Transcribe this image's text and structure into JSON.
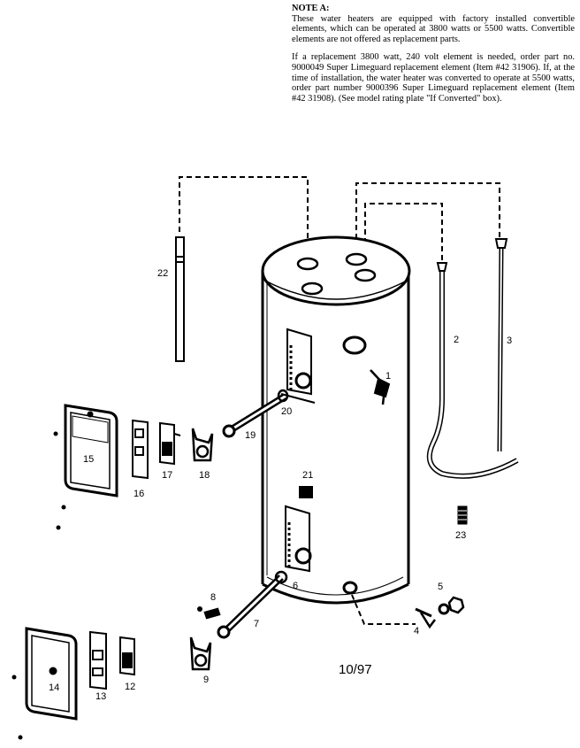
{
  "note": {
    "title": "NOTE A:",
    "paragraph_1": "These water heaters are equipped with factory installed convertible elements, which can be operated at 3800 watts or 5500 watts. Convertible elements are not offered as replacement parts.",
    "paragraph_2": "If a replacement 3800 watt, 240 volt element is needed, order part no. 9000049 Super Limeguard replacement element (Item #42 31906). If, at the time of installation, the water heater was converted to operate at 5500 watts, order part number 9000396 Super Limeguard replacement element (Item #42 31908). (See model rating plate \"If Converted\" box)."
  },
  "callouts": {
    "p1": "1",
    "p2": "2",
    "p3": "3",
    "p4": "4",
    "p5": "5",
    "p6": "6",
    "p7": "7",
    "p8": "8",
    "p9": "9",
    "p12": "12",
    "p13": "13",
    "p14": "14",
    "p15": "15",
    "p16": "16",
    "p17": "17",
    "p18": "18",
    "p19": "19",
    "p20": "20",
    "p21": "21",
    "p22": "22",
    "p23": "23"
  },
  "date_code": "10/97"
}
